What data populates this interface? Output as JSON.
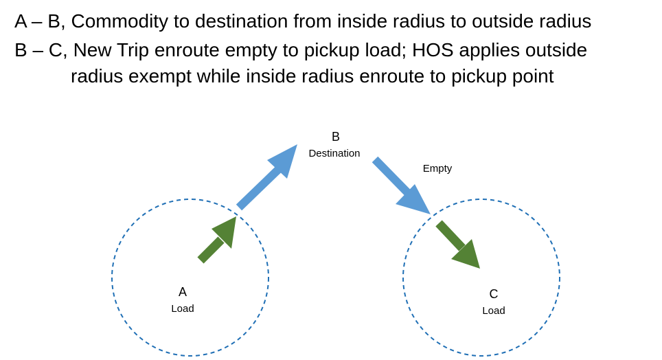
{
  "caption": {
    "line1": "A – B, Commodity to destination from inside radius to outside radius",
    "line2": "B – C, New Trip enroute empty to pickup load; HOS applies outside",
    "line3": "radius exempt while inside radius enroute to pickup point"
  },
  "nodes": {
    "a": {
      "letter": "A",
      "sublabel": "Load"
    },
    "b": {
      "letter": "B",
      "sublabel": "Destination"
    },
    "c": {
      "letter": "C",
      "sublabel": "Load"
    }
  },
  "edge_labels": {
    "empty": "Empty"
  },
  "colors": {
    "radius_circle": "#1f6fb5",
    "loaded_trip_arrow": "#5b9bd5",
    "inside_radius_arrow": "#548235",
    "text": "#000000"
  }
}
